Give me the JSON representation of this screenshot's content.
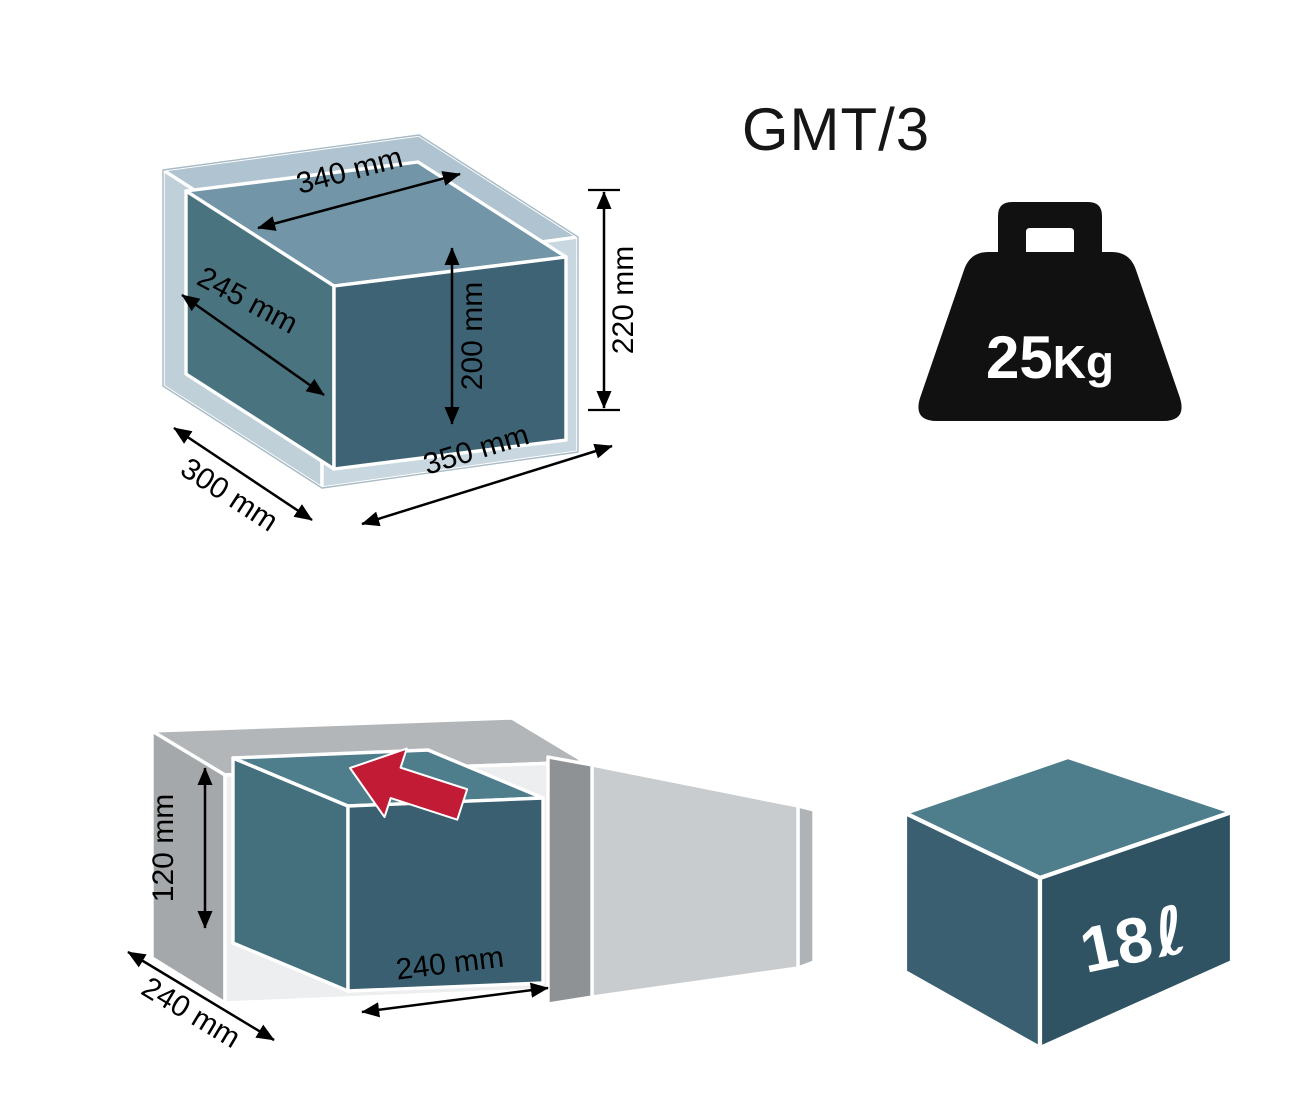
{
  "title": "GMT/3",
  "figures": {
    "external": {
      "labels": {
        "top_width": "340 mm",
        "side_depth": "245 mm",
        "inner_height": "200 mm",
        "overall_height": "220 mm",
        "base_depth": "300 mm",
        "base_width": "350 mm"
      }
    },
    "internal": {
      "labels": {
        "height": "120 mm",
        "depth": "240 mm",
        "width": "240 mm"
      }
    },
    "weight": {
      "value": "25",
      "unit": "Kg"
    },
    "capacity": {
      "value": "18",
      "unit": "ℓ"
    }
  },
  "colors": {
    "shell_top": "#AFC4D0",
    "shell_side": "#BFD0D9",
    "shell_front": "#C9D8E0",
    "box1_top": "#7296A7",
    "box1_side": "#4A7380",
    "box1_front": "#3E6375",
    "teal_top": "#4E7D8C",
    "teal_front": "#3A5F70",
    "teal_side": "#44707E",
    "teal_dark": "#2F5363",
    "arrow_red": "#C21B35",
    "icon_black": "#111111",
    "ink": "#000000"
  }
}
